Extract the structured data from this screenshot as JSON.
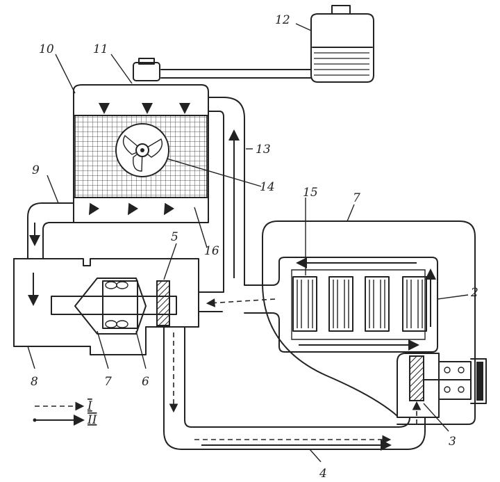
{
  "labels": {
    "n1": "2",
    "n2": "3",
    "n3": "4",
    "n4": "5",
    "n5": "6",
    "n6": "7",
    "n7": "7",
    "n8": "8",
    "n9": "9",
    "n10": "10",
    "n11": "11",
    "n12": "12",
    "n13": "13",
    "n14": "14",
    "n15": "15",
    "n16": "16"
  },
  "legend": {
    "dashed": "I",
    "solid": "II"
  },
  "colors": {
    "ink": "#222222",
    "paper": "#ffffff"
  }
}
